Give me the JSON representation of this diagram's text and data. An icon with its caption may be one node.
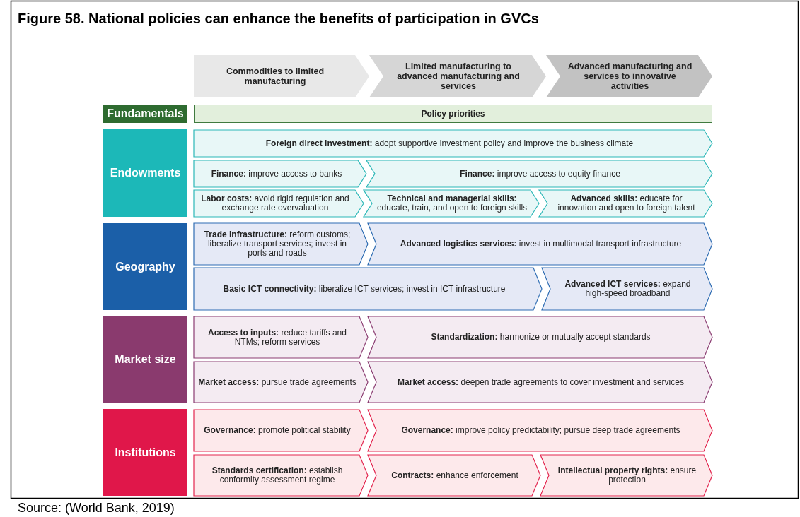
{
  "diagram": {
    "title": "Figure 58. National policies can enhance the benefits of participation in GVCs",
    "caption": "Source: (World Bank, 2019)",
    "nodes": [
      {
        "text": [
          "Commodities to limited manufacturing"
        ]
      },
      {
        "text": [
          "Limited manufacturing to advanced manufacturing and services"
        ]
      },
      {
        "text": [
          "Advanced manufacturing and services to innovative activities"
        ]
      },
      {
        "text": [
          "Fundamentals"
        ]
      },
      {
        "text": [
          "Policy priorities"
        ]
      },
      {
        "text": [
          "Endowments"
        ]
      },
      {
        "text": [
          "**Foreign direct investment:** adopt supportive investment policy and improve the business climate"
        ]
      },
      {
        "text": [
          "**Finance:** improve access to banks"
        ]
      },
      {
        "text": [
          "**Finance:** improve access to equity finance"
        ]
      },
      {
        "text": [
          "**Labor costs:** avoid rigid regulation and exchange rate overvaluation"
        ]
      },
      {
        "text": [
          "**Technical and managerial skills:** educate, train, and open to foreign skills"
        ]
      },
      {
        "text": [
          "**Advanced skills:** educate for innovation and open to foreign talent"
        ]
      },
      {
        "text": [
          "Geography"
        ]
      },
      {
        "text": [
          "**Trade infrastructure:** reform customs; liberalize transport services; invest in ports and roads"
        ]
      },
      {
        "text": [
          "**Advanced logistics services:** invest in multimodal transport infrastructure"
        ]
      },
      {
        "text": [
          "**Basic ICT connectivity:** liberalize ICT services; invest in ICT infrastructure"
        ]
      },
      {
        "text": [
          "**Advanced ICT services:** expand high-speed broadband"
        ]
      },
      {
        "text": [
          "Market size"
        ]
      },
      {
        "text": [
          "**Access to inputs:** reduce tariffs and NTMs; reform services"
        ]
      },
      {
        "text": [
          "**Standardization:** harmonize or mutually accept standards"
        ]
      },
      {
        "text": [
          "**Market access:** pursue trade agreements"
        ]
      },
      {
        "text": [
          "**Market access:** deepen trade agreements to cover investment and services"
        ]
      },
      {
        "text": [
          "Institutions"
        ]
      },
      {
        "text": [
          "**Governance:** promote political stability"
        ]
      },
      {
        "text": [
          "**Governance:** improve policy predictability; pursue deep trade agreements"
        ]
      },
      {
        "text": [
          "**Standards certification:** establish conformity assessment regime"
        ]
      },
      {
        "text": [
          "**Contracts:** enhance enforcement"
        ]
      },
      {
        "text": [
          "**Intellectual property rights:** ensure protection"
        ]
      }
    ]
  }
}
